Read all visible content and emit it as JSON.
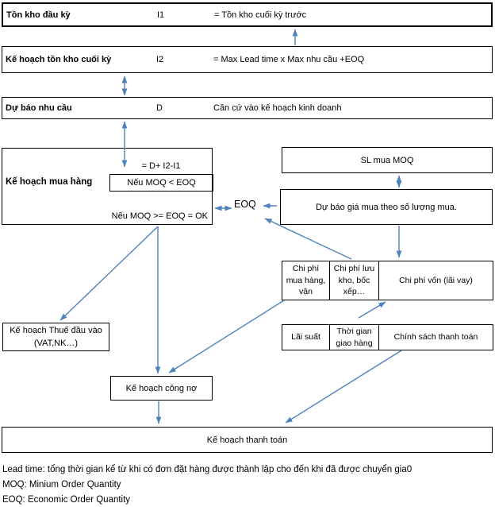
{
  "colors": {
    "arrow": "#4F81BD",
    "border": "#000000"
  },
  "rows": [
    {
      "label": "Tồn kho đầu kỳ",
      "code": "I1",
      "desc": "= Tồn kho cuối kỳ trước"
    },
    {
      "label": "Kế hoạch tồn kho cuối kỳ",
      "code": "I2",
      "desc": "= Max Lead time  x Max nhu cầu +EOQ"
    },
    {
      "label": "Dự báo nhu cầu",
      "code": "D",
      "desc": "Căn cứ vào kế hoạch kinh doanh"
    }
  ],
  "purchase_plan": {
    "label": "Kế hoạch mua hàng",
    "formula": "= D+ I2-I1",
    "cond_moq_lt_eoq": "Nếu MOQ < EOQ",
    "cond_moq_gte_eoq": "Nếu MOQ >= EOQ = OK"
  },
  "eoq_label": "EOQ",
  "moq_qty_box": "SL mua MOQ",
  "price_forecast_box": "Dự báo giá mua theo số lượng mua.",
  "cost_cells": [
    "Chi phí mua hàng, vận",
    "Chi phí lưu kho, bốc xếp…",
    "Chi phí vốn (lãi vay)"
  ],
  "terms_cells": [
    "Lãi suất",
    "Thời gian giao hàng",
    "Chính sách thanh toán"
  ],
  "tax_plan_box": {
    "line1": "Kế hoạch Thuế đầu vào",
    "line2": "(VAT,NK…)"
  },
  "debt_plan_box": "Kế hoạch công nợ",
  "payment_plan_box": "Kế hoạch thanh toán",
  "footnotes": [
    "Lead time: tổng thời gian kể từ khi có đơn đặt hàng được thành lập cho đến khi đã được chuyển gia0",
    "MOQ: Minium Order Quantity",
    "EOQ: Economic Order Quantity"
  ]
}
